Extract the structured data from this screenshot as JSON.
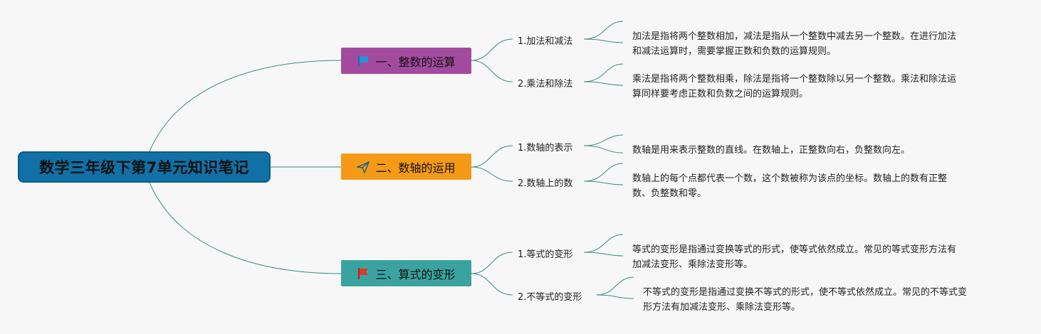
{
  "root": {
    "title": "数学三年级下第7单元知识笔记"
  },
  "branches": [
    {
      "title": "一、整数的运算",
      "icon": "blue-flag-icon",
      "color": "#a24b9e",
      "items": [
        {
          "label": "1.加法和减法",
          "desc": [
            "加法是指将两个整数相加，减法是指从一个整数中减去另一个整数。在进行加法",
            "和减法运算时，需要掌握正数和负数的运算规则。"
          ]
        },
        {
          "label": "2.乘法和除法",
          "desc": [
            "乘法是指将两个整数相乘，除法是指将一个整数除以另一个整数。乘法和除法运",
            "算同样要考虑正数和负数之间的运算规则。"
          ]
        }
      ]
    },
    {
      "title": "二、数轴的运用",
      "icon": "paper-plane-icon",
      "color": "#f59a17",
      "items": [
        {
          "label": "1.数轴的表示",
          "desc": [
            "数轴是用来表示整数的直线。在数轴上，正整数向右，负整数向左。"
          ]
        },
        {
          "label": "2.数轴上的数",
          "desc": [
            "数轴上的每个点都代表一个数，这个数被称为该点的坐标。数轴上的数有正整",
            "数、负整数和零。"
          ]
        }
      ]
    },
    {
      "title": "三、算式的变形",
      "icon": "red-flag-icon",
      "color": "#3aa3a0",
      "items": [
        {
          "label": "1.等式的变形",
          "desc": [
            "等式的变形是指通过变换等式的形式，使等式依然成立。常见的等式变形方法有",
            "加减法变形、乘除法变形等。"
          ]
        },
        {
          "label": "2.不等式的变形",
          "desc": [
            "不等式的变形是指通过变换不等式的形式，使不等式依然成立。常见的不等式变",
            "形方法有加减法变形、乘除法变形等。"
          ]
        }
      ]
    }
  ]
}
